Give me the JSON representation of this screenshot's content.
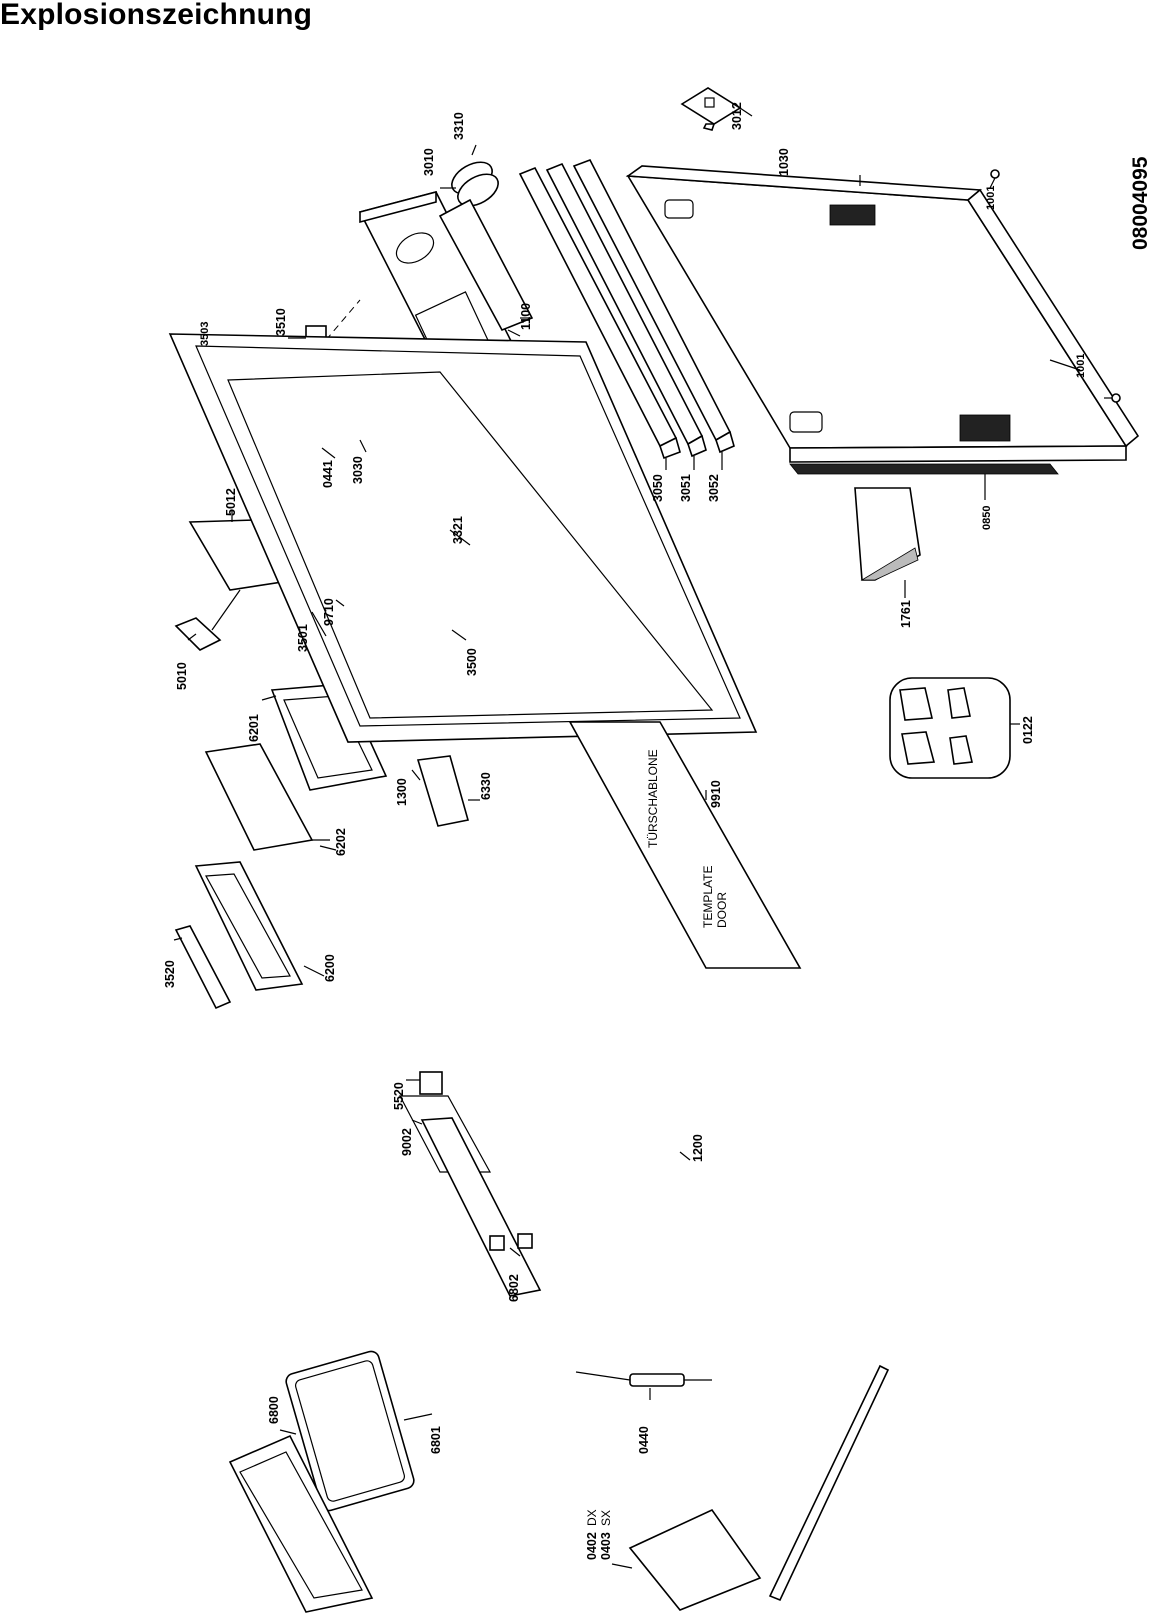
{
  "title": "Explosionszeichnung",
  "doc_number": "08004095",
  "template_labels": {
    "german": "TÜRSCHABLONE",
    "english_line1": "TEMPLATE",
    "english_line2": "DOOR"
  },
  "parts": {
    "p3310": "3310",
    "p3010": "3010",
    "p3012": "3012",
    "p1030": "1030",
    "p1001a": "1001",
    "p1001b": "1001",
    "p3503": "3503",
    "p3510": "3510",
    "p1100": "1100",
    "p0441": "0441",
    "p3030": "3030",
    "p3050": "3050",
    "p3051": "3051",
    "p3052": "3052",
    "p0850": "0850",
    "p5012": "5012",
    "p3321": "3321",
    "p5010": "5010",
    "p9710": "9710",
    "p3501": "3501",
    "p3500": "3500",
    "p1761": "1761",
    "p6201": "6201",
    "p0122": "0122",
    "p6202": "6202",
    "p1300": "1300",
    "p6330": "6330",
    "p9910": "9910",
    "p3520": "3520",
    "p6200": "6200",
    "p5520": "5520",
    "p9002": "9002",
    "p1200": "1200",
    "p6802": "6802",
    "p6800": "6800",
    "p6801": "6801",
    "p0440": "0440",
    "p0402": "0402",
    "p0402s": "DX",
    "p0403": "0403",
    "p0403s": "SX"
  }
}
